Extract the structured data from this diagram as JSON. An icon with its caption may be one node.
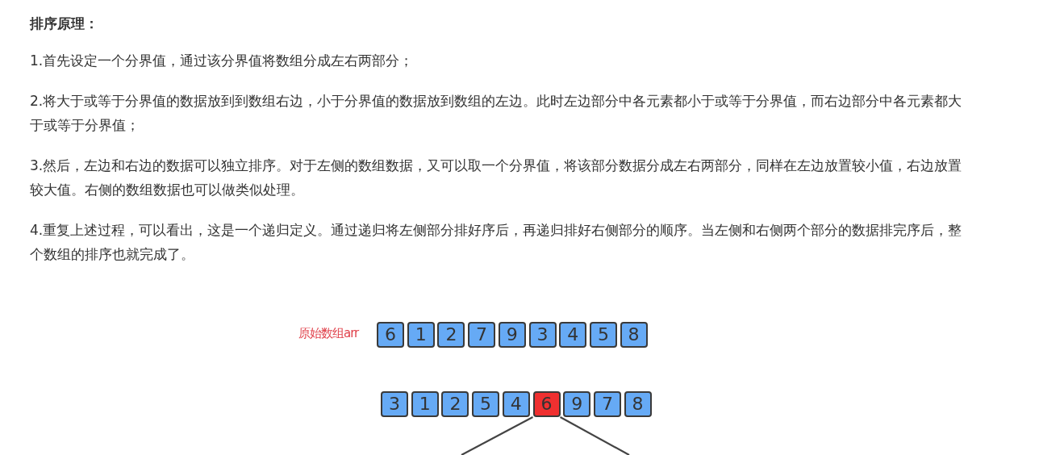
{
  "diagram": {
    "title": "排序原理：",
    "nodes": [
      {
        "text": [
          "6"
        ]
      },
      {
        "text": [
          "1"
        ]
      },
      {
        "text": [
          "2"
        ]
      },
      {
        "text": [
          "7"
        ]
      },
      {
        "text": [
          "9"
        ]
      },
      {
        "text": [
          "3"
        ]
      },
      {
        "text": [
          "4"
        ]
      },
      {
        "text": [
          "5"
        ]
      },
      {
        "text": [
          "8"
        ]
      },
      {
        "text": [
          "3"
        ]
      },
      {
        "text": [
          "1"
        ]
      },
      {
        "text": [
          "2"
        ]
      },
      {
        "text": [
          "5"
        ]
      },
      {
        "text": [
          "4"
        ]
      },
      {
        "text": [
          "6"
        ]
      },
      {
        "text": [
          "9"
        ]
      },
      {
        "text": [
          "7"
        ]
      },
      {
        "text": [
          "8"
        ]
      }
    ],
    "edges": [
      {
        "from": 14,
        "to": null,
        "arrow": "none"
      },
      {
        "from": 14,
        "to": null,
        "arrow": "none"
      }
    ],
    "labels": [
      "1.首先设定一个分界值，通过该分界值将数组分成左右两部分；",
      "2.将大于或等于分界值的数据放到到数组右边，小于分界值的数据放到数组的左边。此时左边部分中各元素都小于或等于分界值，而右边部分中各元素都大于或等于分界值；",
      "3.然后，左边和右边的数据可以独立排序。对于左侧的数组数据，又可以取一个分界值，将该部分数据分成左右两部分，同样在左边放置较小值，右边放置较大值。右侧的数组数据也可以做类似处理。",
      "4.重复上述过程，可以看出，这是一个递归定义。通过递归将左侧部分排好序后，再递归排好右侧部分的顺序。当左侧和右侧两个部分的数据排完序后，整个数组的排序也就完成了。",
      "原始数组arr"
    ]
  }
}
